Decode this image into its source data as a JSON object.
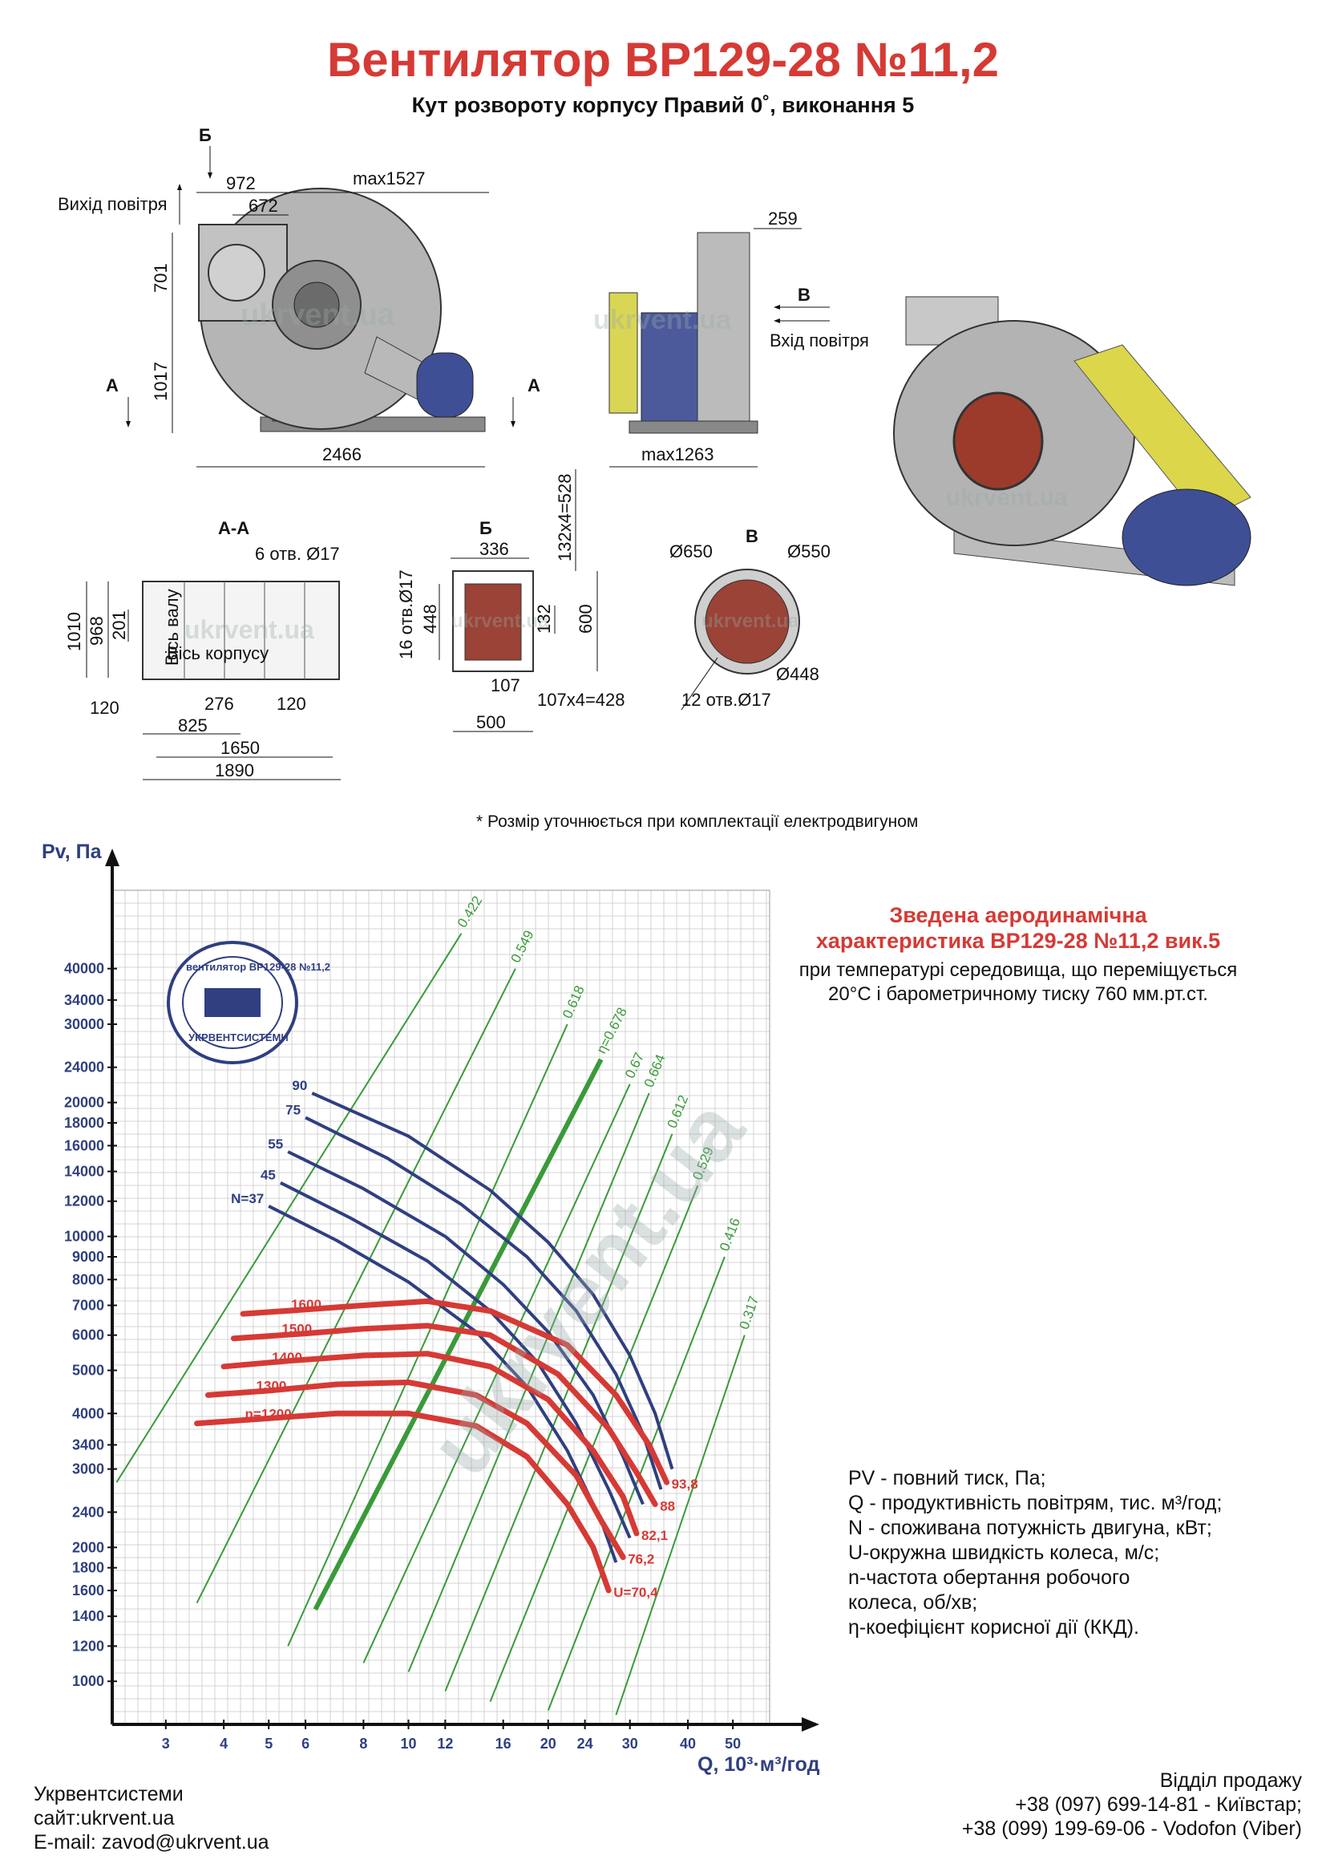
{
  "header": {
    "title": "Вентилятор ВР129-28 №11,2",
    "subtitle": "Кут розвороту корпусу Правий 0˚, виконання 5"
  },
  "drawing_labels": {
    "air_outlet": "Вихід повітря",
    "air_inlet": "Вхід повітря",
    "view_b": "Б",
    "view_v": "В",
    "view_a": "А",
    "section_aa": "А-А",
    "section_b": "Б",
    "section_v": "В",
    "shaft_axis": "Вісь валу",
    "housing_axis": "Вісь корпусу",
    "holes_6": "6 отв. Ø17",
    "holes_16": "16 отв.Ø17",
    "holes_12": "12 отв.Ø17",
    "watermark": "ukrvent.ua"
  },
  "dimensions": {
    "d972": "972",
    "d672": "672",
    "max1527": "max1527",
    "d701": "701",
    "d1017": "1017",
    "d2466": "2466",
    "d259": "259",
    "max1263": "max1263",
    "d1010": "1010",
    "d968": "968",
    "d201": "201",
    "d120a": "120",
    "d276": "276",
    "d120b": "120",
    "d825": "825",
    "d1650": "1650",
    "d1890": "1890",
    "d336": "336",
    "d132x4": "132x4=528",
    "d448": "448",
    "d132": "132",
    "d600": "600",
    "d107": "107",
    "d107x4": "107x4=428",
    "d500": "500",
    "d650": "Ø650",
    "d550": "Ø550",
    "d448b": "Ø448"
  },
  "footnote": "* Розмір уточнюється при комплектації електродвигуном",
  "chart_header": {
    "title_line1": "Зведена аеродинамічна",
    "title_line2": "характеристика ВР129-28 №11,2 вик.5",
    "sub_line1": "при температурі середовища, що переміщується",
    "sub_line2": "20°С і барометричному тиску 760 мм.рт.ст."
  },
  "stamp": {
    "top": "вентилятор ВР129-28 №11,2",
    "bottom": "УКРВЕНТСИСТЕМИ"
  },
  "legend": [
    "PV - повний тиск, Па;",
    "Q - продуктивність повітрям, тис. м³/год;",
    "N - споживана потужність двигуна, кВт;",
    "U-окружна швидкість колеса, м/с;",
    "n-частота обертання робочого",
    "колеса, об/хв;",
    "η-коефіцієнт корисної дії (ККД)."
  ],
  "footer": {
    "company": "Укрвентсистеми",
    "site": "сайт:ukrvent.ua",
    "email": "E-mail: zavod@ukrvent.ua",
    "sales_title": "Відділ продажу",
    "phone1": "+38 (097) 699-14-81 - Київстар;",
    "phone2": "+38 (099) 199-69-06 - Vodofon (Viber)"
  },
  "colors": {
    "red": "#d63a35",
    "blue": "#2f3f80",
    "green": "#3a9a3a",
    "grid": "#c8c8c8"
  },
  "chart_data": {
    "type": "line",
    "xlabel": "Q, 10³·м³/год",
    "ylabel": "Pv, Па",
    "x_scale": "log",
    "y_scale": "log",
    "xlim": [
      2.3,
      60
    ],
    "ylim": [
      800,
      60000
    ],
    "x_ticks": [
      3,
      4,
      5,
      6,
      8,
      10,
      12,
      16,
      20,
      24,
      30,
      40,
      50
    ],
    "x_tick_labels": [
      "3",
      "4",
      "5",
      "6",
      "8",
      "10",
      "12",
      "16",
      "20",
      "24",
      "30",
      "40",
      "50"
    ],
    "y_ticks": [
      1000,
      1200,
      1400,
      1600,
      1800,
      2000,
      2400,
      3000,
      3400,
      4000,
      5000,
      6000,
      7000,
      8000,
      9000,
      10000,
      12000,
      14000,
      16000,
      18000,
      20000,
      24000,
      30000,
      34000,
      40000
    ],
    "y_tick_labels": [
      "1000",
      "1200",
      "1400",
      "1600",
      "1800",
      "2000",
      "2400",
      "3000",
      "3400",
      "4000",
      "5000",
      "6000",
      "7000",
      "8000",
      "9000",
      "10000",
      "12000",
      "14000",
      "16000",
      "18000",
      "20000",
      "24000",
      "30000",
      "34000",
      "40000"
    ],
    "grid": true,
    "speed_curves": [
      {
        "label": "n=1200",
        "end_label": "U=70,4",
        "points": [
          [
            3.5,
            3800
          ],
          [
            5,
            3900
          ],
          [
            7,
            4000
          ],
          [
            10,
            4000
          ],
          [
            14,
            3750
          ],
          [
            18,
            3200
          ],
          [
            22,
            2500
          ],
          [
            25,
            2000
          ],
          [
            27,
            1600
          ]
        ]
      },
      {
        "label": "1300",
        "end_label": "76,2",
        "points": [
          [
            3.7,
            4400
          ],
          [
            5,
            4500
          ],
          [
            7,
            4650
          ],
          [
            10,
            4700
          ],
          [
            14,
            4400
          ],
          [
            18,
            3800
          ],
          [
            23,
            2900
          ],
          [
            26,
            2300
          ],
          [
            29,
            1900
          ]
        ]
      },
      {
        "label": "1400",
        "end_label": "82,1",
        "points": [
          [
            4,
            5100
          ],
          [
            5.5,
            5250
          ],
          [
            8,
            5400
          ],
          [
            11,
            5450
          ],
          [
            15,
            5100
          ],
          [
            20,
            4300
          ],
          [
            25,
            3300
          ],
          [
            29,
            2600
          ],
          [
            31,
            2150
          ]
        ]
      },
      {
        "label": "1500",
        "end_label": "88",
        "points": [
          [
            4.2,
            5900
          ],
          [
            6,
            6050
          ],
          [
            8,
            6200
          ],
          [
            11,
            6300
          ],
          [
            15,
            6000
          ],
          [
            21,
            4900
          ],
          [
            27,
            3700
          ],
          [
            31,
            2950
          ],
          [
            34,
            2500
          ]
        ]
      },
      {
        "label": "1600",
        "end_label": "93,8",
        "points": [
          [
            4.4,
            6700
          ],
          [
            6,
            6850
          ],
          [
            8,
            7000
          ],
          [
            11,
            7150
          ],
          [
            15,
            6800
          ],
          [
            22,
            5700
          ],
          [
            28,
            4400
          ],
          [
            33,
            3400
          ],
          [
            36,
            2800
          ]
        ]
      }
    ],
    "power_curves": [
      {
        "label": "N=37",
        "points": [
          [
            5,
            11700
          ],
          [
            7,
            9800
          ],
          [
            10,
            7900
          ],
          [
            14,
            6100
          ],
          [
            18,
            4600
          ],
          [
            22,
            3300
          ],
          [
            26,
            2300
          ],
          [
            28,
            1850
          ]
        ]
      },
      {
        "label": "45",
        "points": [
          [
            5.3,
            13200
          ],
          [
            7.5,
            11000
          ],
          [
            11,
            8800
          ],
          [
            15,
            6800
          ],
          [
            19,
            5200
          ],
          [
            23,
            3800
          ],
          [
            27,
            2700
          ],
          [
            30,
            2100
          ]
        ]
      },
      {
        "label": "55",
        "points": [
          [
            5.5,
            15500
          ],
          [
            8,
            12800
          ],
          [
            12,
            10000
          ],
          [
            16,
            7800
          ],
          [
            20,
            6100
          ],
          [
            25,
            4400
          ],
          [
            29,
            3200
          ],
          [
            32,
            2500
          ]
        ]
      },
      {
        "label": "75",
        "points": [
          [
            6,
            18500
          ],
          [
            9,
            15000
          ],
          [
            13,
            11800
          ],
          [
            18,
            9000
          ],
          [
            23,
            6800
          ],
          [
            28,
            4900
          ],
          [
            32,
            3600
          ],
          [
            35,
            2700
          ]
        ]
      },
      {
        "label": "90",
        "points": [
          [
            6.2,
            21000
          ],
          [
            10,
            16800
          ],
          [
            15,
            12700
          ],
          [
            20,
            9700
          ],
          [
            25,
            7400
          ],
          [
            30,
            5400
          ],
          [
            34,
            4000
          ],
          [
            37,
            3000
          ]
        ]
      }
    ],
    "efficiency_lines": [
      {
        "label": "0.422",
        "points": [
          [
            2.35,
            2800
          ],
          [
            13,
            48000
          ]
        ]
      },
      {
        "label": "0.549",
        "points": [
          [
            3.5,
            1500
          ],
          [
            17,
            40000
          ]
        ]
      },
      {
        "label": "0.618",
        "points": [
          [
            5.5,
            1200
          ],
          [
            22,
            30000
          ]
        ]
      },
      {
        "label": "η=0.678",
        "bold": true,
        "points": [
          [
            6.3,
            1450
          ],
          [
            26,
            25000
          ]
        ]
      },
      {
        "label": "0.67",
        "points": [
          [
            8,
            1100
          ],
          [
            30,
            22000
          ]
        ]
      },
      {
        "label": "0.664",
        "points": [
          [
            10,
            1050
          ],
          [
            33,
            21000
          ]
        ]
      },
      {
        "label": "0.612",
        "points": [
          [
            12,
            950
          ],
          [
            37,
            17000
          ]
        ]
      },
      {
        "label": "0.529",
        "points": [
          [
            15,
            900
          ],
          [
            42,
            13000
          ]
        ]
      },
      {
        "label": "0.416",
        "points": [
          [
            20,
            860
          ],
          [
            48,
            9000
          ]
        ]
      },
      {
        "label": "0.317",
        "points": [
          [
            28,
            840
          ],
          [
            53,
            6000
          ]
        ]
      }
    ]
  }
}
